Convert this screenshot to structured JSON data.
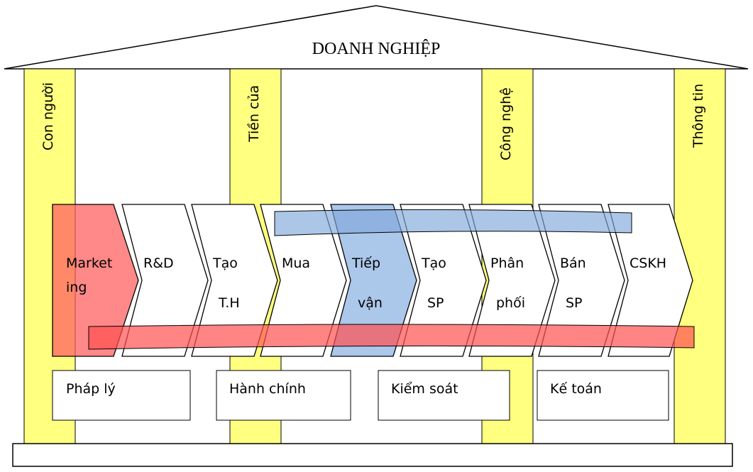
{
  "title": "DOANH NGHIỆP",
  "pillars": [
    "Con người",
    "Tiền của",
    "Công nghệ",
    "Thông tin"
  ],
  "chain": [
    {
      "line1": "Market",
      "line2": "ing"
    },
    {
      "line1": "R&D",
      "line2": ""
    },
    {
      "line1": "Tạo",
      "line2": "T.H"
    },
    {
      "line1": "Mua",
      "line2": ""
    },
    {
      "line1": "Tiếp",
      "line2": "vận"
    },
    {
      "line1": "Tạo",
      "line2": "SP"
    },
    {
      "line1": "Phân",
      "line2": "phối"
    },
    {
      "line1": "Bán",
      "line2": "SP"
    },
    {
      "line1": "CSKH",
      "line2": ""
    }
  ],
  "support": [
    "Pháp lý",
    "Hành chính",
    "Kiểm soát",
    "Kế toán"
  ],
  "colors": {
    "pillar": "#ffff80",
    "marketing": "#ff6060",
    "logistics": "#8fb4e3",
    "band_blue": "#7fa8dc",
    "band_red": "#ff5a5a"
  }
}
